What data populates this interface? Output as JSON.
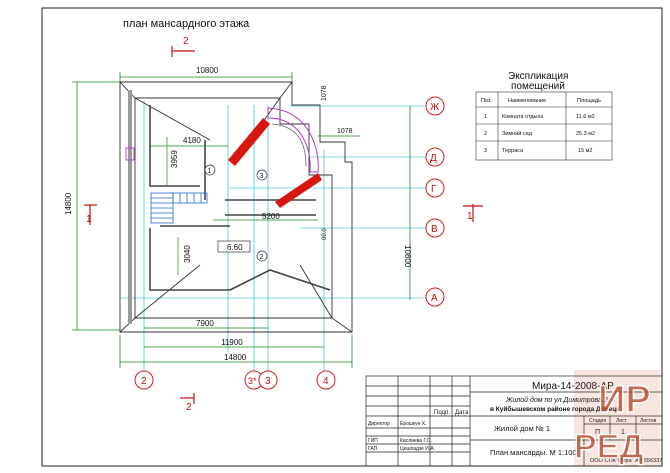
{
  "plan": {
    "title": "план мансардного этажа",
    "section_marks": {
      "top": "2",
      "bottom": "2",
      "left": "1",
      "right": "1"
    },
    "dims": {
      "top_width": "10800",
      "left_height": "14800",
      "right_height": "10800",
      "room1_width": "4180",
      "room1_height": "3959",
      "room2_height": "3040",
      "mid_width": "5200",
      "bay_top": "1078",
      "bay_side": "1078",
      "bottom_7900": "7900",
      "bottom_11900": "11900",
      "bottom_14800": "14800",
      "level_mark": "6.60",
      "small_mark": "00.0"
    },
    "rooms": {
      "r1": "1",
      "r2": "2",
      "r3": "3"
    },
    "axes_right": [
      "Ж",
      "Д",
      "Г",
      "В",
      "А"
    ],
    "axes_bottom": [
      "2",
      "3*",
      "3",
      "4"
    ]
  },
  "explication": {
    "title_line1": "Экспликация",
    "title_line2": "помещений",
    "headers": {
      "pos": "Поз.",
      "name": "Наименование",
      "area": "Площадь"
    },
    "rows": [
      {
        "pos": "1",
        "name": "Комната отдыха",
        "area": "11.6 м2"
      },
      {
        "pos": "2",
        "name": "Зимний сад",
        "area": "25.3 м2"
      },
      {
        "pos": "3",
        "name": "Терраса",
        "area": "15 м2"
      }
    ]
  },
  "stamp": {
    "code": "Мира-14-2008-АР",
    "object_line1": "Жилой дом по ул.Димитрова 2",
    "object_line2": "в Куйбышевском районе города Донецк",
    "building": "Жилой дом № 1",
    "sheet_name": "План мансарды. М 1:100",
    "org": "ООО\"СПК\"Мира\" АВ 556337",
    "col_sign": "Подп.",
    "col_date": "Дата",
    "roles": [
      {
        "role": "Директор",
        "name": "Ерошкун Х."
      },
      {
        "role": "ГИП",
        "name": "Кислиева Г.С."
      },
      {
        "role": "ГАП",
        "name": "Цешпадзе И.А."
      }
    ],
    "stage_headers": [
      "Стадия",
      "Лист",
      "Листов"
    ],
    "stage_values": [
      "П",
      "1",
      ""
    ]
  },
  "watermark": {
    "line1": "ИР",
    "line2": "РЕД"
  },
  "colors": {
    "line": "#1a1a1a",
    "dim": "#1f8a1f",
    "axis": "#d21d1d",
    "guide": "#00b8c8",
    "accent": "#d9160e",
    "wall": "#8a8a8a",
    "purple": "#b03cc9",
    "stairs": "#2266d8"
  }
}
